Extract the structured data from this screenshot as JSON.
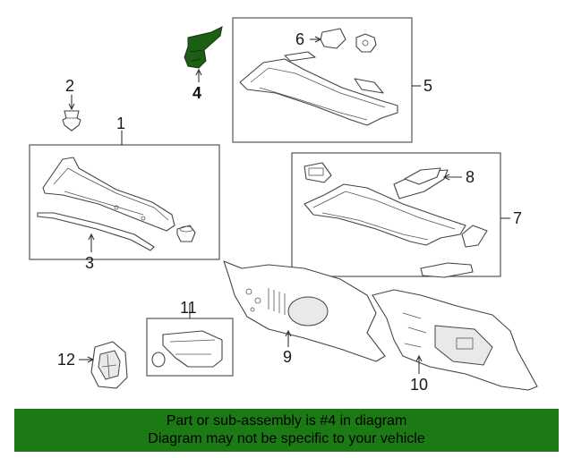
{
  "diagram": {
    "callouts": [
      {
        "id": "1",
        "label": "1"
      },
      {
        "id": "2",
        "label": "2"
      },
      {
        "id": "3",
        "label": "3"
      },
      {
        "id": "4",
        "label": "4",
        "highlighted": true
      },
      {
        "id": "5",
        "label": "5"
      },
      {
        "id": "6",
        "label": "6"
      },
      {
        "id": "7",
        "label": "7"
      },
      {
        "id": "8",
        "label": "8"
      },
      {
        "id": "9",
        "label": "9"
      },
      {
        "id": "10",
        "label": "10"
      },
      {
        "id": "11",
        "label": "11"
      },
      {
        "id": "12",
        "label": "12"
      }
    ],
    "highlight_color": "#1c5e14"
  },
  "footer": {
    "line1": "Part or sub-assembly is #4 in diagram",
    "line2": "Diagram may not be specific to your vehicle",
    "background": "#1c7a14"
  }
}
